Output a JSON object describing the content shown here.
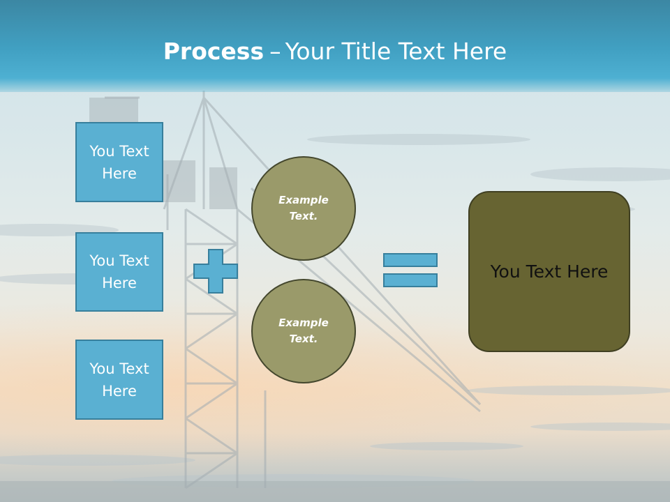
{
  "title": {
    "bold": "Process",
    "dash": "–",
    "rest": "Your Title Text Here"
  },
  "left_boxes": [
    {
      "label": "You Text Here"
    },
    {
      "label": "You Text Here"
    },
    {
      "label": "You Text Here"
    }
  ],
  "circles": [
    {
      "label": "Example Text."
    },
    {
      "label": "Example Text."
    }
  ],
  "result": {
    "label": "You Text Here"
  },
  "colors": {
    "header": "#41a0c2",
    "box_fill": "#5ab0d2",
    "box_border": "#377f9c",
    "circle_fill": "#9a9a6a",
    "result_fill": "#676432"
  },
  "icons": [
    "plus-sign",
    "equals-sign"
  ]
}
